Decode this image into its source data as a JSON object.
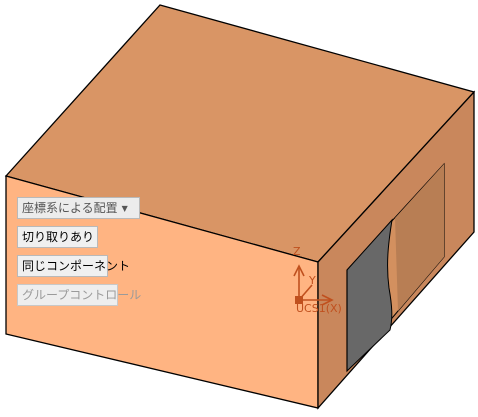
{
  "viewport": {
    "model": {
      "colors": {
        "top_face": "#D99565",
        "front_face": "#FFB482",
        "right_face": "#C9875C",
        "slot_inner": "#D3905F",
        "slot_inner_shadow": "#B87E54",
        "gray_surface": "#686868",
        "edge": "#000000"
      }
    },
    "triad": {
      "z_label": "Z",
      "y_label": "Y",
      "x_label": "X",
      "origin_label": "UCS1(X)",
      "color": "#C0501E"
    }
  },
  "context_buttons": {
    "placement_dropdown": {
      "label": "座標系による配置",
      "icon": "triangle-down-icon"
    },
    "with_cut": {
      "label": "切り取りあり"
    },
    "same_component": {
      "label": "同じコンポーネント"
    },
    "group_control": {
      "label": "グループコントロール",
      "state": "disabled"
    }
  }
}
